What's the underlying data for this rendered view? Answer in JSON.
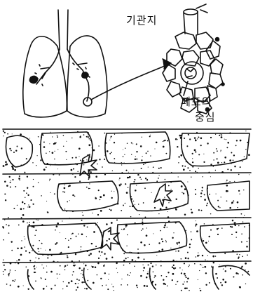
{
  "labels": {
    "bronchiole": "기관지",
    "alveolus_center_line1": "폐포의",
    "alveolus_center_line2": "중심"
  },
  "colors": {
    "ink": "#111111",
    "paper": "#ffffff"
  }
}
